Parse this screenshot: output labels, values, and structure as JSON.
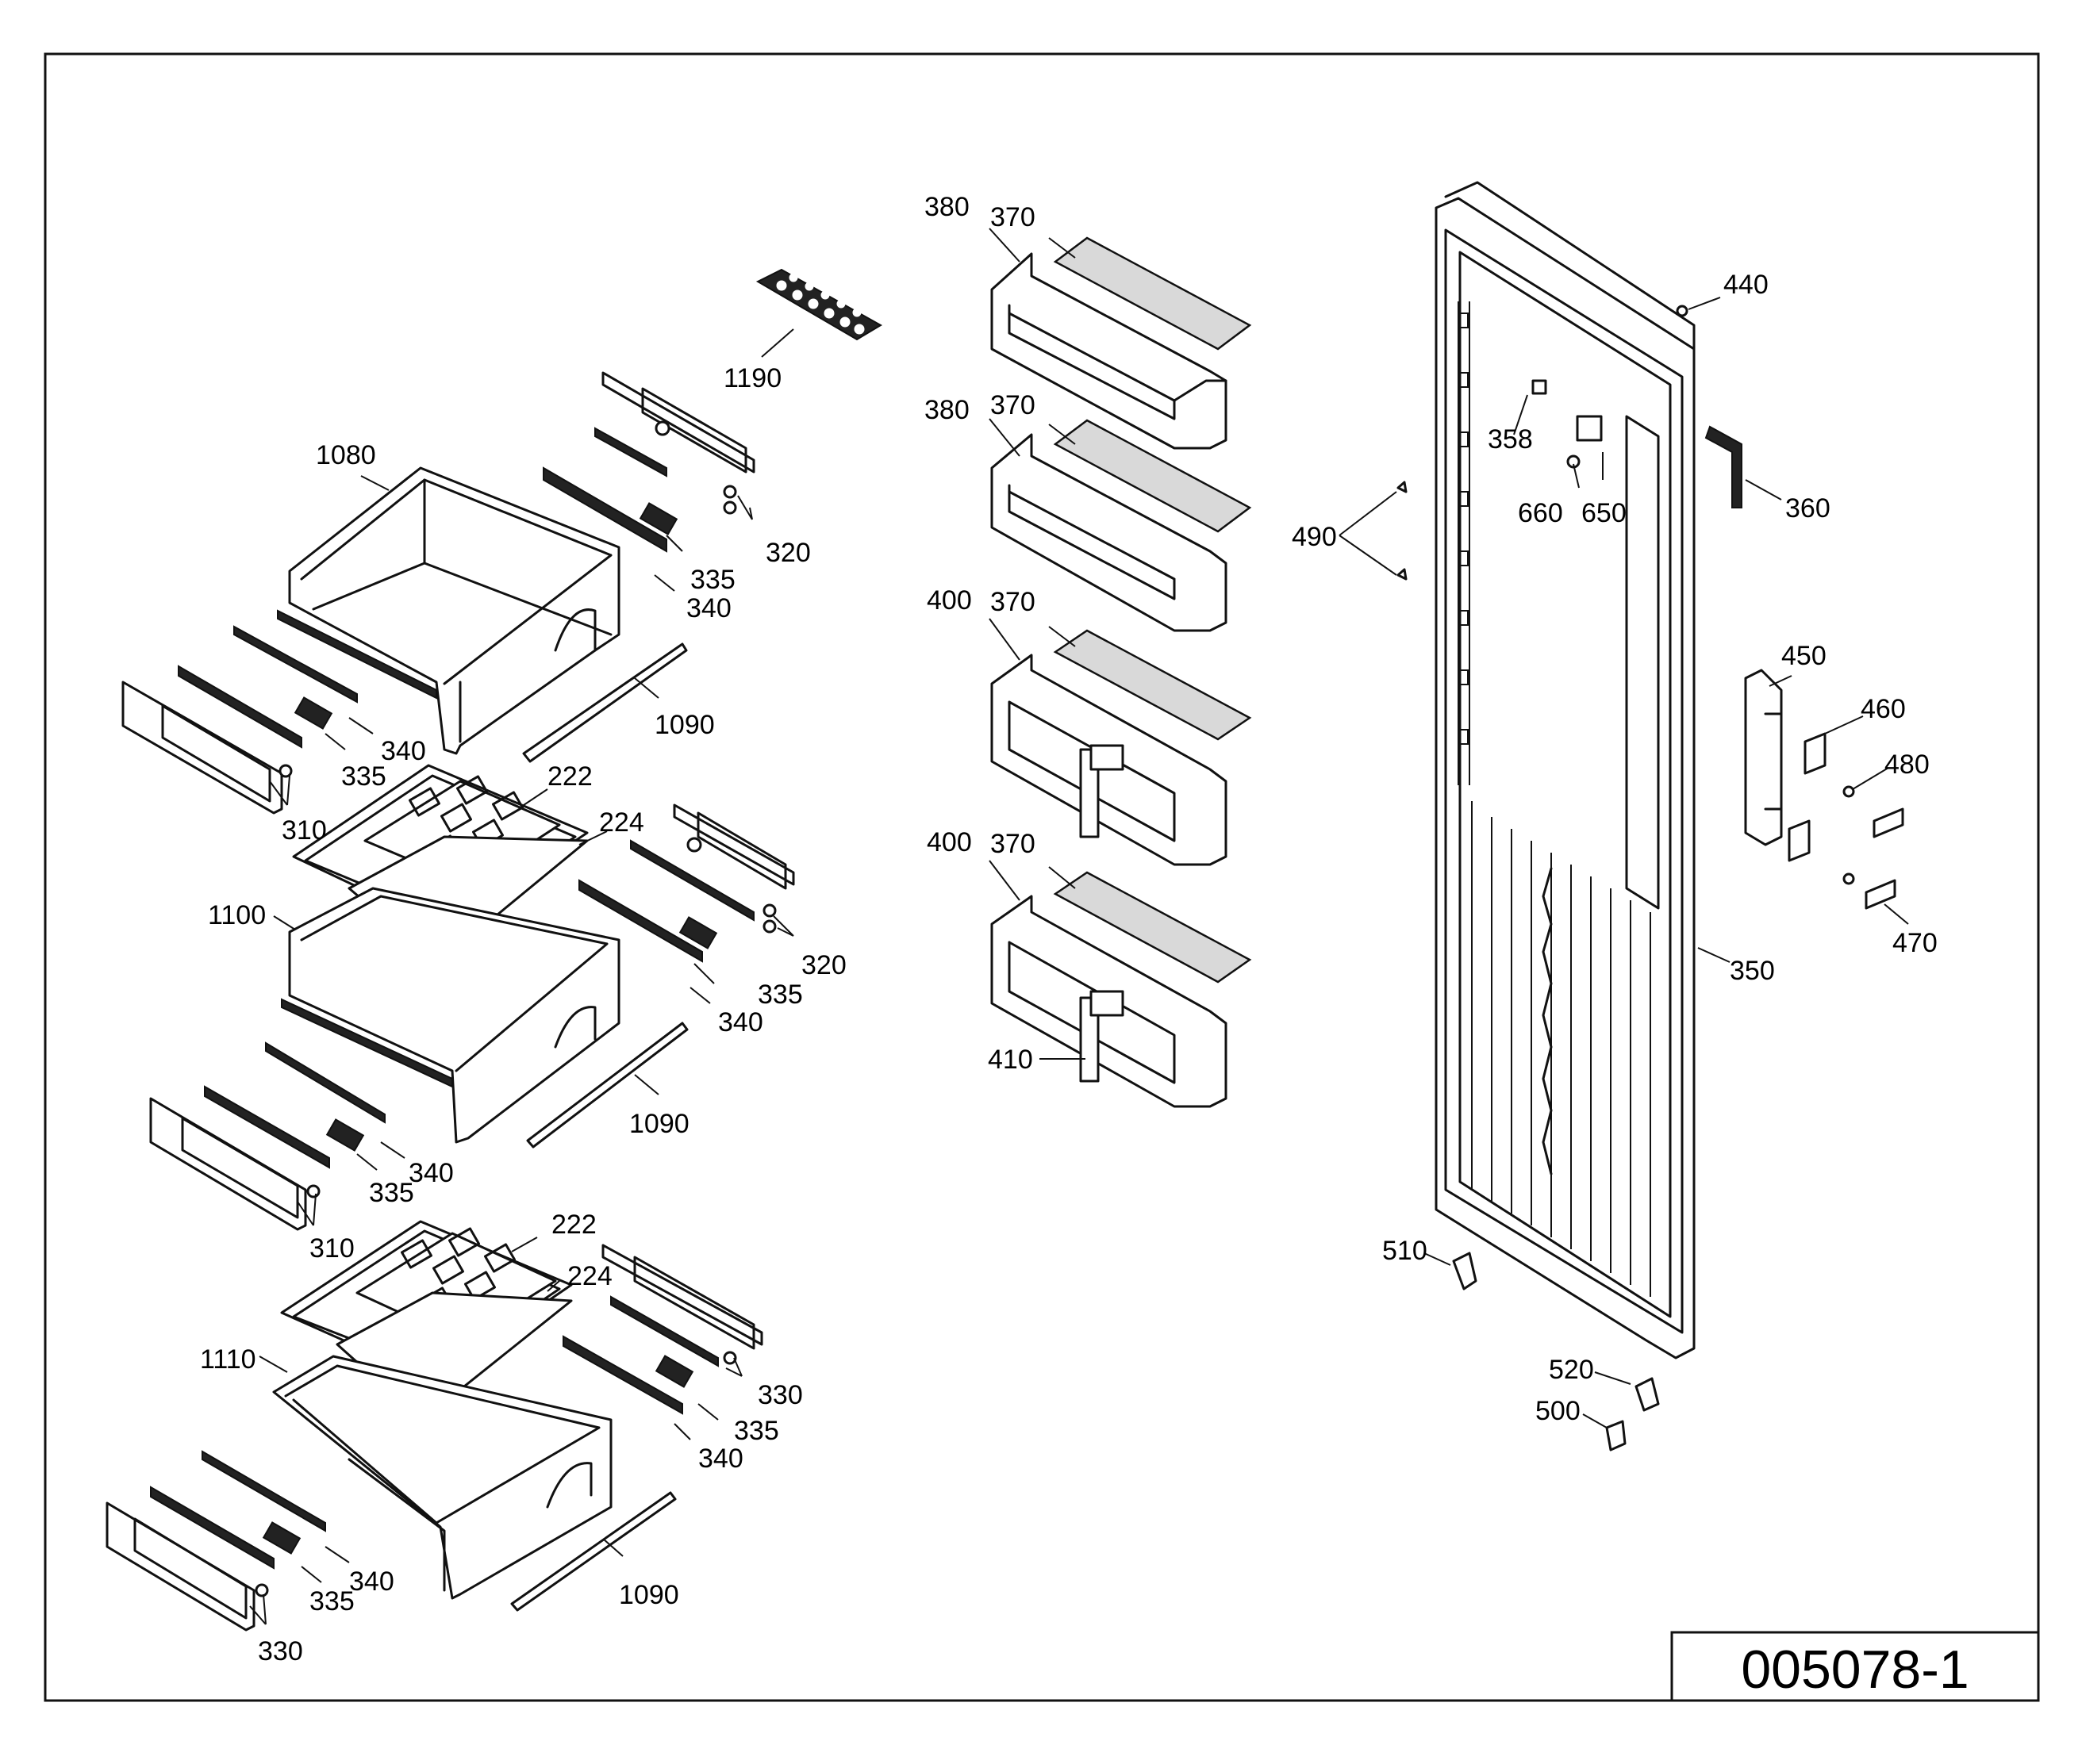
{
  "drawing": {
    "code": "005078-1",
    "part_labels": [
      "380",
      "370",
      "380",
      "370",
      "400",
      "370",
      "400",
      "370",
      "410",
      "440",
      "358",
      "650",
      "660",
      "360",
      "490",
      "450",
      "460",
      "480",
      "470",
      "350",
      "510",
      "520",
      "500",
      "1190",
      "1080",
      "320",
      "335",
      "340",
      "1090",
      "340",
      "335",
      "310",
      "222",
      "224",
      "320",
      "335",
      "340",
      "1100",
      "1090",
      "340",
      "335",
      "310",
      "222",
      "224",
      "330",
      "335",
      "340",
      "1110",
      "1090",
      "340",
      "335",
      "330"
    ]
  }
}
